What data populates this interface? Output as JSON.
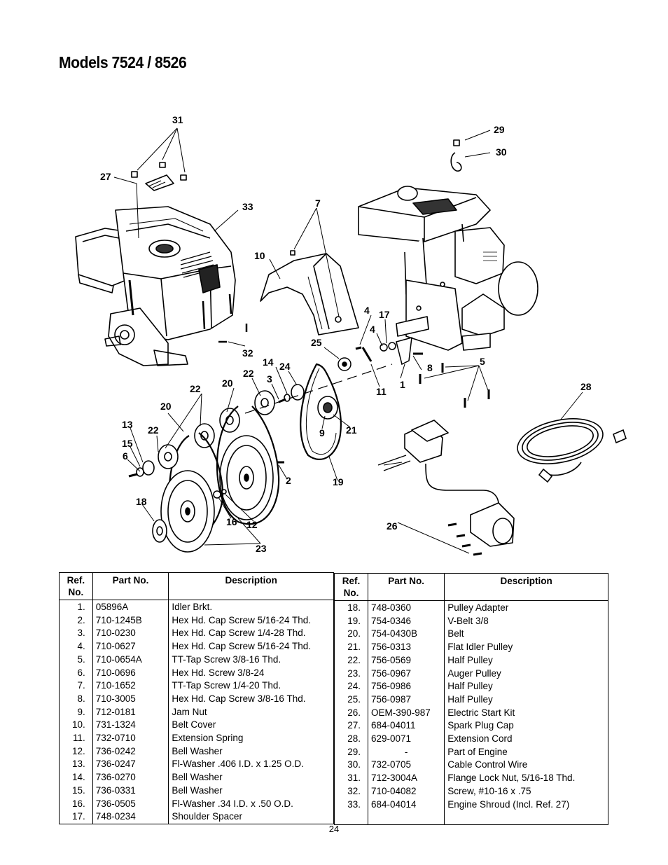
{
  "page": {
    "title": "Models 7524 / 8526",
    "page_number": "24"
  },
  "callouts": [
    "31",
    "29",
    "30",
    "27",
    "33",
    "7",
    "10",
    "4",
    "17",
    "4",
    "25",
    "32",
    "14",
    "24",
    "22",
    "20",
    "3",
    "8",
    "5",
    "22",
    "20",
    "1",
    "11",
    "28",
    "13",
    "22",
    "15",
    "6",
    "9",
    "21",
    "2",
    "19",
    "18",
    "16",
    "12",
    "23",
    "26"
  ],
  "table": {
    "headers": {
      "ref": "Ref. No.",
      "part": "Part No.",
      "desc": "Description"
    },
    "left_rows": [
      {
        "ref": "1.",
        "part": "05896A",
        "desc": "Idler Brkt."
      },
      {
        "ref": "2.",
        "part": "710-1245B",
        "desc": "Hex Hd. Cap Screw 5/16-24 Thd."
      },
      {
        "ref": "3.",
        "part": "710-0230",
        "desc": "Hex Hd. Cap Screw 1/4-28 Thd."
      },
      {
        "ref": "4.",
        "part": "710-0627",
        "desc": "Hex Hd. Cap Screw 5/16-24 Thd."
      },
      {
        "ref": "5.",
        "part": "710-0654A",
        "desc": "TT-Tap Screw 3/8-16 Thd."
      },
      {
        "ref": "6.",
        "part": "710-0696",
        "desc": "Hex Hd. Screw 3/8-24"
      },
      {
        "ref": "7.",
        "part": "710-1652",
        "desc": "TT-Tap Screw 1/4-20 Thd."
      },
      {
        "ref": "8.",
        "part": "710-3005",
        "desc": "Hex Hd. Cap Screw 3/8-16 Thd."
      },
      {
        "ref": "9.",
        "part": "712-0181",
        "desc": "Jam Nut"
      },
      {
        "ref": "10.",
        "part": "731-1324",
        "desc": "Belt Cover"
      },
      {
        "ref": "11.",
        "part": "732-0710",
        "desc": "Extension Spring"
      },
      {
        "ref": "12.",
        "part": "736-0242",
        "desc": "Bell Washer"
      },
      {
        "ref": "13.",
        "part": "736-0247",
        "desc": "Fl-Washer .406 I.D. x 1.25 O.D."
      },
      {
        "ref": "14.",
        "part": "736-0270",
        "desc": "Bell Washer"
      },
      {
        "ref": "15.",
        "part": "736-0331",
        "desc": "Bell Washer"
      },
      {
        "ref": "16.",
        "part": "736-0505",
        "desc": "Fl-Washer .34 I.D. x .50 O.D."
      },
      {
        "ref": "17.",
        "part": "748-0234",
        "desc": "Shoulder Spacer"
      }
    ],
    "right_rows": [
      {
        "ref": "18.",
        "part": "748-0360",
        "desc": "Pulley Adapter"
      },
      {
        "ref": "19.",
        "part": "754-0346",
        "desc": "V-Belt 3/8"
      },
      {
        "ref": "20.",
        "part": "754-0430B",
        "desc": "Belt"
      },
      {
        "ref": "21.",
        "part": "756-0313",
        "desc": "Flat Idler Pulley"
      },
      {
        "ref": "22.",
        "part": "756-0569",
        "desc": "Half Pulley"
      },
      {
        "ref": "23.",
        "part": "756-0967",
        "desc": "Auger Pulley"
      },
      {
        "ref": "24.",
        "part": "756-0986",
        "desc": "Half Pulley"
      },
      {
        "ref": "25.",
        "part": "756-0987",
        "desc": "Half Pulley"
      },
      {
        "ref": "26.",
        "part": "OEM-390-987",
        "desc": "Electric Start Kit"
      },
      {
        "ref": "27.",
        "part": "684-04011",
        "desc": "Spark Plug Cap"
      },
      {
        "ref": "28.",
        "part": "629-0071",
        "desc": "Extension Cord"
      },
      {
        "ref": "29.",
        "part": "-",
        "desc": "Part of Engine"
      },
      {
        "ref": "30.",
        "part": "732-0705",
        "desc": "Cable Control Wire"
      },
      {
        "ref": "31.",
        "part": "712-3004A",
        "desc": "Flange Lock Nut, 5/16-18 Thd."
      },
      {
        "ref": "32.",
        "part": "710-04082",
        "desc": "Screw, #10-16 x .75"
      },
      {
        "ref": "33.",
        "part": "684-04014",
        "desc": "Engine Shroud (Incl. Ref. 27)"
      }
    ]
  }
}
